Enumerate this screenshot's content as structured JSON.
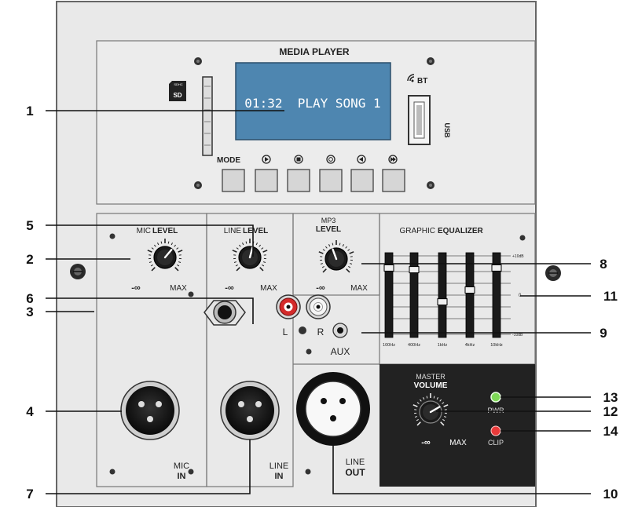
{
  "media_player": {
    "title": "MEDIA PLAYER",
    "display_text": "01:32  PLAY SONG 1",
    "sd_label": "SD",
    "sdhc_label": "SDHC",
    "bt_label": "BT",
    "usb_label": "USB",
    "mode_label": "MODE",
    "buttons": [
      {
        "name": "mode",
        "symbol": ""
      },
      {
        "name": "play",
        "symbol": "▶"
      },
      {
        "name": "stop",
        "symbol": "■"
      },
      {
        "name": "repeat",
        "symbol": "↻"
      },
      {
        "name": "previous",
        "symbol": "◀"
      },
      {
        "name": "next",
        "symbol": "▶▶"
      }
    ]
  },
  "mic_section": {
    "level_prefix": "MIC",
    "level_bold": "LEVEL",
    "min_label": "-∞",
    "max_label": "MAX",
    "jack_label_top": "MIC",
    "jack_label_bottom": "IN"
  },
  "line_section": {
    "level_prefix": "LINE",
    "level_bold": "LEVEL",
    "min_label": "-∞",
    "max_label": "MAX",
    "rca_left": "L",
    "rca_right": "R",
    "jack_label_top": "LINE",
    "jack_label_bottom": "IN"
  },
  "mp3_section": {
    "level_prefix": "MP3",
    "level_bold": "LEVEL",
    "min_label": "-∞",
    "max_label": "MAX",
    "aux_label": "AUX"
  },
  "line_out": {
    "label_top": "LINE",
    "label_bottom": "OUT"
  },
  "equalizer": {
    "title_prefix": "GRAPHIC",
    "title_bold": "EQUALIZER",
    "top_mark": "+10dB",
    "mid_mark": "0",
    "bottom_mark": "-10dB",
    "bands": [
      {
        "label": "100Hz",
        "slider_level": 0.82
      },
      {
        "label": "400Hz",
        "slider_level": 0.8
      },
      {
        "label": "1kHz",
        "slider_level": 0.42
      },
      {
        "label": "4kHz",
        "slider_level": 0.56
      },
      {
        "label": "10kHz",
        "slider_level": 0.82
      }
    ]
  },
  "master": {
    "title_top": "MASTER",
    "title_bold": "VOLUME",
    "min_label": "-∞",
    "max_label": "MAX",
    "pwr_label": "PWR",
    "clip_label": "CLIP",
    "pwr_color": "#7ed957",
    "clip_color": "#e83a3a"
  },
  "callouts": [
    "1",
    "2",
    "3",
    "4",
    "5",
    "6",
    "7",
    "8",
    "9",
    "10",
    "11",
    "12",
    "13",
    "14"
  ],
  "colors": {
    "panel": "#e9e9e9",
    "outline": "#555555",
    "display_bg": "#4e86b0",
    "display_text": "#ffffff",
    "dark_panel": "#222222"
  }
}
